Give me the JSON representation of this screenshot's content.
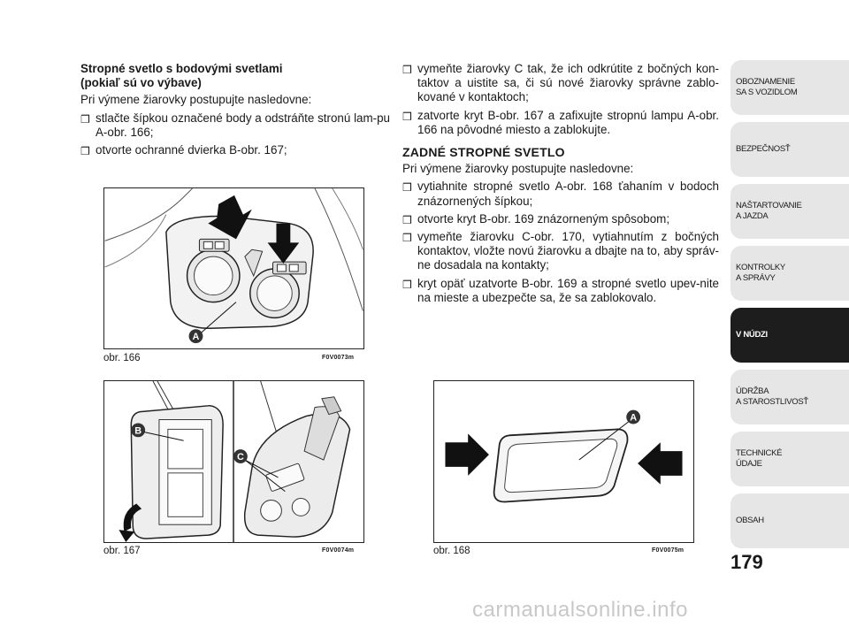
{
  "left_column": {
    "heading_line1": "Stropné svetlo s bodovými svetlami",
    "heading_line2": "(pokiaľ sú vo výbave)",
    "intro": "Pri výmene žiarovky postupujte nasledovne:",
    "items": [
      "stlačte šípkou označené body a odstráňte stronú lam-pu A-obr. 166;",
      "otvorte ochranné dvierka B-obr. 167;"
    ]
  },
  "right_column": {
    "items_top": [
      "vymeňte žiarovky C tak, že ich odkrútite z bočných kon-taktov a uistite sa, či sú nové žiarovky správne zablo-kované v kontaktoch;",
      "zatvorte kryt B-obr. 167 a zafixujte stropnú lampu A-obr. 166 na pôvodné miesto a zablokujte."
    ],
    "section_title": "ZADNÉ STROPNÉ SVETLO",
    "intro": "Pri výmene žiarovky postupujte nasledovne:",
    "items_bottom": [
      "vytiahnite stropné svetlo A-obr. 168 ťahaním v bodoch znázornených šípkou;",
      "otvorte kryt B-obr. 169 znázorneným spôsobom;",
      "vymeňte žiarovku C-obr. 170, vytiahnutím z bočných kontaktov, vložte novú žiarovku a dbajte na to, aby správ-ne dosadala na kontakty;",
      "kryt opäť uzatvorte B-obr. 169 a stropné svetlo upev-nite na mieste a ubezpečte sa, že sa zablokovalo."
    ]
  },
  "bullet_glyph": "❒",
  "figures": {
    "fig166": {
      "caption": "obr. 166",
      "code": "F0V0073m",
      "label": "A"
    },
    "fig167": {
      "caption": "obr. 167",
      "code": "F0V0074m",
      "label_b": "B",
      "label_c": "C"
    },
    "fig168": {
      "caption": "obr. 168",
      "code": "F0V0075m",
      "label": "A"
    }
  },
  "page_number": "179",
  "side_tabs": [
    {
      "label": "OBOZNAMENIE\nSA S VOZIDLOM",
      "active": false
    },
    {
      "label": "BEZPEČNOSŤ",
      "active": false
    },
    {
      "label": "NAŠTARTOVANIE\nA JAZDA",
      "active": false
    },
    {
      "label": "KONTROLKY\nA SPRÁVY",
      "active": false
    },
    {
      "label": "V NÚDZI",
      "active": true
    },
    {
      "label": "ÚDRŽBA\nA STAROSTLIVOSŤ",
      "active": false
    },
    {
      "label": "TECHNICKÉ\nÚDAJE",
      "active": false
    },
    {
      "label": "OBSAH",
      "active": false
    }
  ],
  "watermark": "carmanualsonline.info",
  "colors": {
    "tab_active": "#1d1d1d",
    "tab_inactive": "#e6e6e6",
    "label_circle": "#333333"
  }
}
